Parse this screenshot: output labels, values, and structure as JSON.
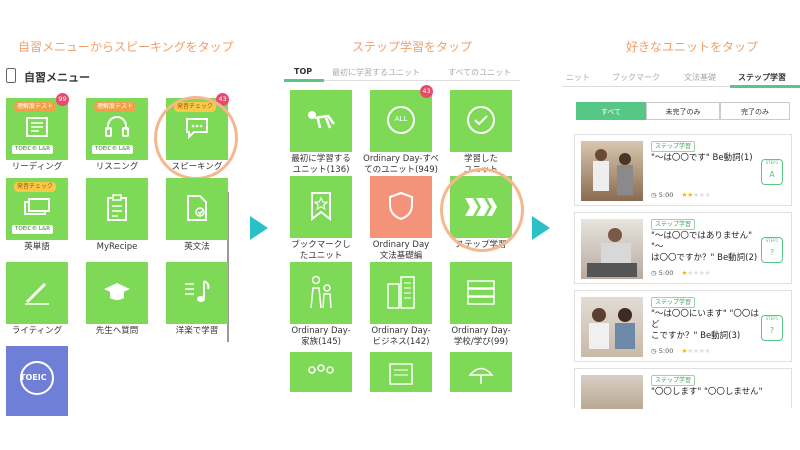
{
  "captions": {
    "left": "自習メニューからスピーキングをタップ",
    "middle": "ステップ学習をタップ",
    "right": "好きなユニットをタップ"
  },
  "left_panel": {
    "title": "自習メニュー",
    "tiles": [
      {
        "label": "リーディング",
        "tag": "理解度テスト",
        "tag_color": "orange",
        "badge": "99",
        "toeic": "TOEIC® L&R"
      },
      {
        "label": "リスニング",
        "tag": "理解度テスト",
        "tag_color": "orange",
        "badge": "",
        "toeic": "TOEIC® L&R"
      },
      {
        "label": "スピーキング",
        "tag": "発音チェック",
        "tag_color": "yellow",
        "badge": "43",
        "toeic": ""
      },
      {
        "label": "英単語",
        "tag": "発音チェック",
        "tag_color": "yellow",
        "badge": "",
        "toeic": "TOEIC® L&R"
      },
      {
        "label": "MyRecipe",
        "tag": "",
        "tag_color": "",
        "badge": "",
        "toeic": ""
      },
      {
        "label": "英文法",
        "tag": "",
        "tag_color": "",
        "badge": "",
        "toeic": ""
      },
      {
        "label": "ライティング",
        "tag": "",
        "tag_color": "",
        "badge": "",
        "toeic": ""
      },
      {
        "label": "先生へ質問",
        "tag": "",
        "tag_color": "",
        "badge": "",
        "toeic": ""
      },
      {
        "label": "洋楽で学習",
        "tag": "",
        "tag_color": "",
        "badge": "",
        "toeic": ""
      },
      {
        "label": "TOEIC",
        "tag": "",
        "tag_color": "",
        "badge": "",
        "toeic": ""
      }
    ]
  },
  "middle_panel": {
    "tabs": [
      "TOP",
      "最初に学習するユニット",
      "すべてのユニット"
    ],
    "tiles": [
      {
        "label": "最初に学習する\nユニット(136)",
        "badge": ""
      },
      {
        "label": "Ordinary Day-すべ\nてのユニット(949)",
        "badge": "43",
        "icon_text": "ALL"
      },
      {
        "label": "学習した\nユニット",
        "badge": ""
      },
      {
        "label": "ブックマークし\nたユニット",
        "badge": ""
      },
      {
        "label": "Ordinary Day\n文法基礎編",
        "badge": ""
      },
      {
        "label": "ステップ学習",
        "badge": ""
      },
      {
        "label": "Ordinary Day-\n家族(145)",
        "badge": ""
      },
      {
        "label": "Ordinary Day-\nビジネス(142)",
        "badge": ""
      },
      {
        "label": "Ordinary Day-\n学校/学び(99)",
        "badge": ""
      }
    ]
  },
  "right_panel": {
    "tabs": [
      "ニット",
      "ブックマーク",
      "文法基礎",
      "ステップ学習"
    ],
    "filters": [
      "すべて",
      "未完了のみ",
      "完了のみ"
    ],
    "cards": [
      {
        "tag": "ステップ学習",
        "title": "\"〜は〇〇です\" Be動詞(1)",
        "time": "5:00",
        "stars_on": "★★",
        "stars_off": "★★★",
        "step_label": "STEP1",
        "step_letter": "A"
      },
      {
        "tag": "ステップ学習",
        "title": "\"〜は〇〇ではありません\" \"〜\nは〇〇ですか？\" Be動詞(2)",
        "time": "5:00",
        "stars_on": "★",
        "stars_off": "★★★★",
        "step_label": "STEP1",
        "step_letter": "?"
      },
      {
        "tag": "ステップ学習",
        "title": "\"〜は〇〇にいます\" \"〇〇はど\nこですか？\" Be動詞(3)",
        "time": "5:00",
        "stars_on": "★",
        "stars_off": "★★★★",
        "step_label": "STEP1",
        "step_letter": "?"
      },
      {
        "tag": "ステップ学習",
        "title": "\"〇〇します\" \"〇〇しません\"",
        "time": "",
        "stars_on": "",
        "stars_off": "",
        "step_label": "",
        "step_letter": ""
      }
    ]
  },
  "colors": {
    "tile_green": "#7ed957",
    "accent_green": "#57c785",
    "highlight": "#f5b78e",
    "arrow": "#2bbfc7",
    "caption": "#f2a06b",
    "badge_red": "#e84a6a"
  }
}
